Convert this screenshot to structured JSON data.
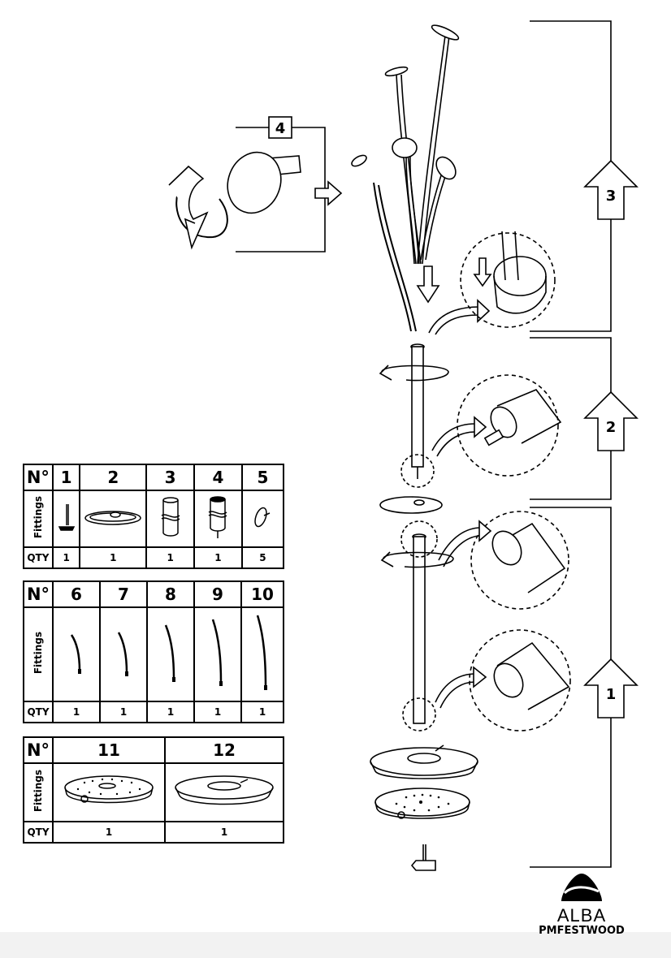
{
  "steps": [
    "1",
    "2",
    "3",
    "4"
  ],
  "tables": [
    {
      "header_label": "N°",
      "columns": [
        "1",
        "2",
        "3",
        "4",
        "5"
      ],
      "row_label": "Fittings",
      "qty_label": "QTY",
      "qty": [
        "1",
        "1",
        "1",
        "1",
        "5"
      ]
    },
    {
      "header_label": "N°",
      "columns": [
        "6",
        "7",
        "8",
        "9",
        "10"
      ],
      "row_label": "Fittings",
      "qty_label": "QTY",
      "qty": [
        "1",
        "1",
        "1",
        "1",
        "1"
      ]
    },
    {
      "header_label": "N°",
      "columns": [
        "11",
        "12"
      ],
      "row_label": "Fittings",
      "qty_label": "QTY",
      "qty": [
        "1",
        "1"
      ]
    }
  ],
  "brand": {
    "name": "ALBA",
    "model": "PMFESTWOOD"
  }
}
